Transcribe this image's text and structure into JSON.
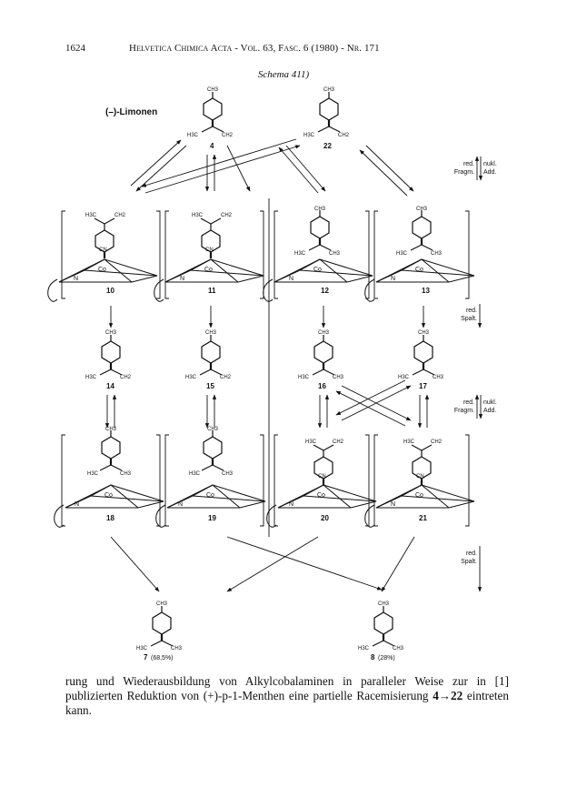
{
  "header": {
    "page_number": "1624",
    "journal": "Helvetica Chimica Acta - Vol. 63, Fasc. 6 (1980) - Nr. 171"
  },
  "schema_title": "Schema 411)",
  "labels": {
    "limonen": "(–)-Limonen",
    "c4": "4",
    "c22": "22",
    "c10": "10",
    "c11": "11",
    "c12": "12",
    "c13": "13",
    "c14": "14",
    "c15": "15",
    "c16": "16",
    "c17": "17",
    "c18": "18",
    "c19": "19",
    "c20": "20",
    "c21": "21",
    "c7": "7",
    "c7_yield": "(68,5%)",
    "c8": "8",
    "c8_yield": "(28%)",
    "co": "Co",
    "cn": "CN",
    "n": "N",
    "ch3": "CH3",
    "h3c": "H3C",
    "ch2": "CH2"
  },
  "side_labels": {
    "red_1": "red.",
    "fragm_1": "Fragm.",
    "nukl_1": "nukl.",
    "add_1": "Add.",
    "red_2": "red.",
    "spalt_2": "Spalt.",
    "red_3": "red.",
    "fragm_3": "Fragm.",
    "nukl_3": "nukl.",
    "add_3": "Add.",
    "red_4": "red.",
    "spalt_4": "Spalt."
  },
  "body": {
    "line1": "rung und Wiederausbildung von Alkylcobalaminen in paralleler Weise zur in [1]",
    "line2_pre": "publizierten Reduktion von (+)-p-1-Menthen eine partielle Racemisierung ",
    "line2_bold": "4→22",
    "line3": "eintreten kann."
  }
}
